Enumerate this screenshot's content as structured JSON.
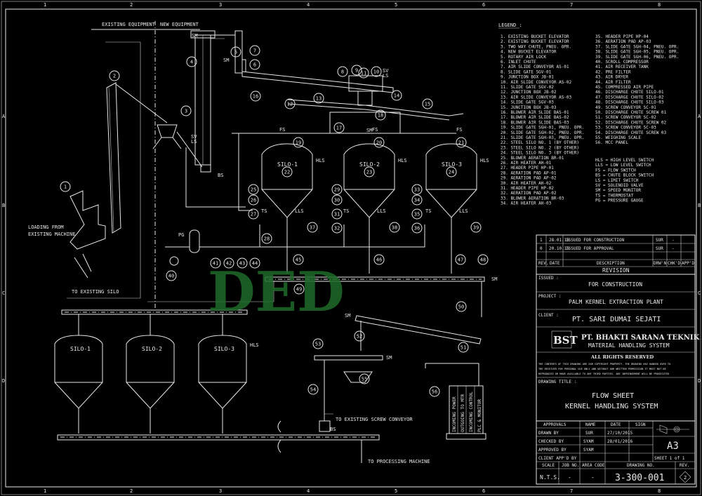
{
  "border": {
    "columns": [
      "1",
      "2",
      "3",
      "4",
      "5",
      "6",
      "7",
      "8"
    ],
    "rows": [
      "A",
      "B",
      "C",
      "D"
    ]
  },
  "top_labels": {
    "existing": "EXISTING EQUIPMENT",
    "new": "NEW EQUIPMENT"
  },
  "process_labels": {
    "loading": "LOADING FROM",
    "existing_machine": "EXISTING MACHINE",
    "to_existing_silo": "TO EXISTING SILO",
    "to_existing_screw": "TO EXISTING SCREW CONVEYOR",
    "to_processing": "TO PROCESSING MACHINE"
  },
  "silos_new": [
    "SILO-1",
    "SILO-2",
    "SILO-3"
  ],
  "silos_existing": [
    "SILO-1",
    "SILO-2",
    "SILO-3"
  ],
  "tags": {
    "hls": "HLS",
    "lls": "LLS",
    "ts": "TS",
    "fs": "FS",
    "sv": "SV",
    "ls": "LS",
    "sm": "SM",
    "bs": "BS",
    "pg": "PG",
    "m": "M"
  },
  "balloons": [
    "1",
    "2",
    "3",
    "4",
    "5",
    "6",
    "7",
    "8",
    "9",
    "10",
    "11",
    "12",
    "13",
    "14",
    "15",
    "16",
    "17",
    "18",
    "19",
    "20",
    "21",
    "22",
    "23",
    "24",
    "25",
    "26",
    "27",
    "28",
    "29",
    "30",
    "31",
    "32",
    "33",
    "34",
    "35",
    "36",
    "37",
    "38",
    "39",
    "40",
    "41",
    "42",
    "43",
    "44",
    "45",
    "46",
    "47",
    "48",
    "49",
    "50",
    "51",
    "52",
    "53",
    "54",
    "55",
    "56"
  ],
  "panel_labels": [
    "INCOMING POWER",
    "OUTGOING TO MTR",
    "INCOMING CONTROL",
    "PLC & MONITOR"
  ],
  "watermark": "DED",
  "legend": {
    "title": "LEGEND :",
    "col1": [
      "1. EXISTING BUCKET ELEVATOR",
      "2. EXISTING BUCKET ELEVATOR",
      "3. TWO WAY CHUTE, PNEU. OPR.",
      "4. NEW BUCKET ELEVATOR",
      "5. ROTARY AIR LOCK",
      "6. INLET CHUTE",
      "7. AIR SLIDE CONVEYOR AS-01",
      "8. SLIDE GATE SGV-01",
      "9. JUNCTION BOX JB-01",
      "10. AIR SLIDE CONVEYOR AS-02",
      "11. SLIDE GATE SGV-02",
      "12. JUNCTION BOX JB-02",
      "13. AIR SLIDE CONVEYOR AS-03",
      "14. SLIDE GATE SGV-03",
      "15. JUNCTION BOX JB-03",
      "16. BLOWER AIR SLIDE BAS-01",
      "17. BLOWER AIR SLIDE BAS-02",
      "18. BLOWER AIR SLIDE BAS-03",
      "19. SLIDE GATE SGH-01, PNEU. OPR.",
      "20. SLIDE GATE SGH-02, PNEU. OPR.",
      "21. SLIDE GATE SGH-03, PNEU. OPR.",
      "22. STEEL SILO NO. 1 (BY OTHER)",
      "23. STEEL SILO NO. 2 (BY OTHER)",
      "24. STEEL SILO NO. 3 (BY OTHER)",
      "25. BLOWER AERATION BR-01",
      "26. AIR HEATER AH-01",
      "27. HEADER PIPE HP-01",
      "28. AERATION PAD AP-01",
      "29. AERATION PAD AP-02",
      "30. AIR HEATER AH-02",
      "31. HEADER PIPE HP-02",
      "32. AERATION PAD AP-02",
      "33. BLOWER AERATION BR-03",
      "34. AIR HEATER AH-03"
    ],
    "col2": [
      "35. HEADER PIPE HP-04",
      "36. AERATION PAD AP-03",
      "37. SLIDE GATE SGH-04, PNEU. OPR.",
      "38. SLIDE GATE SGH-05, PNEU. OPR.",
      "39. SLIDE GATE SGH-06, PNEU. OPR.",
      "40. SCROLL COMPRESSOR",
      "41. AIR RECEIVER TANK",
      "42. PRE FILTER",
      "43. AIR DRYER",
      "44. AIR FILTER",
      "45. COMPRESSED AIR PIPE",
      "46. DISCHARGE CHUTE SILO-01",
      "47. DISCHARGE CHUTE SILO-02",
      "48. DISCHARGE CHUTE SILO-03",
      "49. SCREW CONVEYOR SC-01",
      "50. DISCHARGE CHUTE SCREW 01",
      "51. SCREW CONVEYOR SC-02",
      "52. DISCHARGE CHUTE SCREW 02",
      "53. SCREW CONVEYOR SC-03",
      "54. DISCHARGE CHUTE SCREW 03",
      "55. WEIGHING SCALE",
      "56. MCC PANEL"
    ],
    "abbr": [
      "HLS = HIGH LEVEL SWITCH",
      "LLS = LOW LEVEL SWITCH",
      "FS  = FLOW SWITCH",
      "BS  = CHUTE BLOCK SWITCH",
      "LS  = LIMIT SWITCH",
      "SV  = SOLENOID VALVE",
      "SM  = SPEED MONITOR",
      "TS  = THERMOSTAT",
      "PG  = PRESSURE GAUGE"
    ]
  },
  "revisions": [
    {
      "rev": "1",
      "date": "28.01.16",
      "desc": "ISSUED FOR CONSTRUCTION",
      "drw": "SUR",
      "chk": "-"
    },
    {
      "rev": "0",
      "date": "20.10.15",
      "desc": "ISSUED FOR APPROVAL",
      "drw": "SUR",
      "chk": "-"
    }
  ],
  "rev_header": {
    "rev": "REV.",
    "date": "DATE",
    "desc": "DESCRIPTION",
    "drw": "DRW'N",
    "chk": "CHK'D",
    "app": "APP'D",
    "title": "REVISION"
  },
  "title_block": {
    "issued_label": "ISSUED :",
    "issued": "FOR CONSTRUCTION",
    "project_label": "PROJECT :",
    "project": "PALM KERNEL EXTRACTION PLANT",
    "client_label": "CLIENT :",
    "client": "PT. SARI DUMAI SEJATI",
    "company_logo": "BST",
    "company": "PT. BHAKTI SARANA TEKNIK",
    "company_sub": "MATERIAL HANDLING SYSTEM",
    "rights_title": "ALL RIGHTS RESERVED",
    "rights_1": "THE CONTENTS OF THIS DRAWING ARE OUR COPYRIGHT PROPERTY. THE DRAWING HAS HANDED OVER TO",
    "rights_2": "THE RECEIVER FOR PERSONAL USE ONLY AND WITHOUT OUR WRITTEN PERMISSION IT MUST NOT BE",
    "rights_3": "REPRODUCED OR MADE AVAILABLE TO ANY THIRD PARTIES. ANY INFRINGEMENT WILL BE PROSECUTED",
    "drawing_title_label": "DRAWING TITLE :",
    "drawing_title_1": "FLOW SHEET",
    "drawing_title_2": "KERNEL HANDLING SYSTEM",
    "approvals": "APPROVALS",
    "name": "NAME",
    "date": "DATE",
    "sign": "SIGN",
    "drawn_by": "DRAWN BY",
    "drawn_name": "SUR",
    "drawn_date": "27/10/2015",
    "checked_by": "CHECKED BY",
    "checked_name": "SYAM",
    "checked_date": "28/01/2016",
    "approved_by": "APPROVED BY",
    "approved_name": "SYAM",
    "client_app": "CLIENT APP'D BY",
    "paper": "A3",
    "sheet": "SHEET 1 of 1",
    "scale_label": "SCALE",
    "job_label": "JOB NO.",
    "area_label": "AREA CODE",
    "drawing_no_label": "DRAWING NO.",
    "rev_label": "REV.",
    "scale": "N.T.S.",
    "job": "-",
    "area": "-",
    "drawing_no": "3-300-001",
    "rev": "2"
  }
}
